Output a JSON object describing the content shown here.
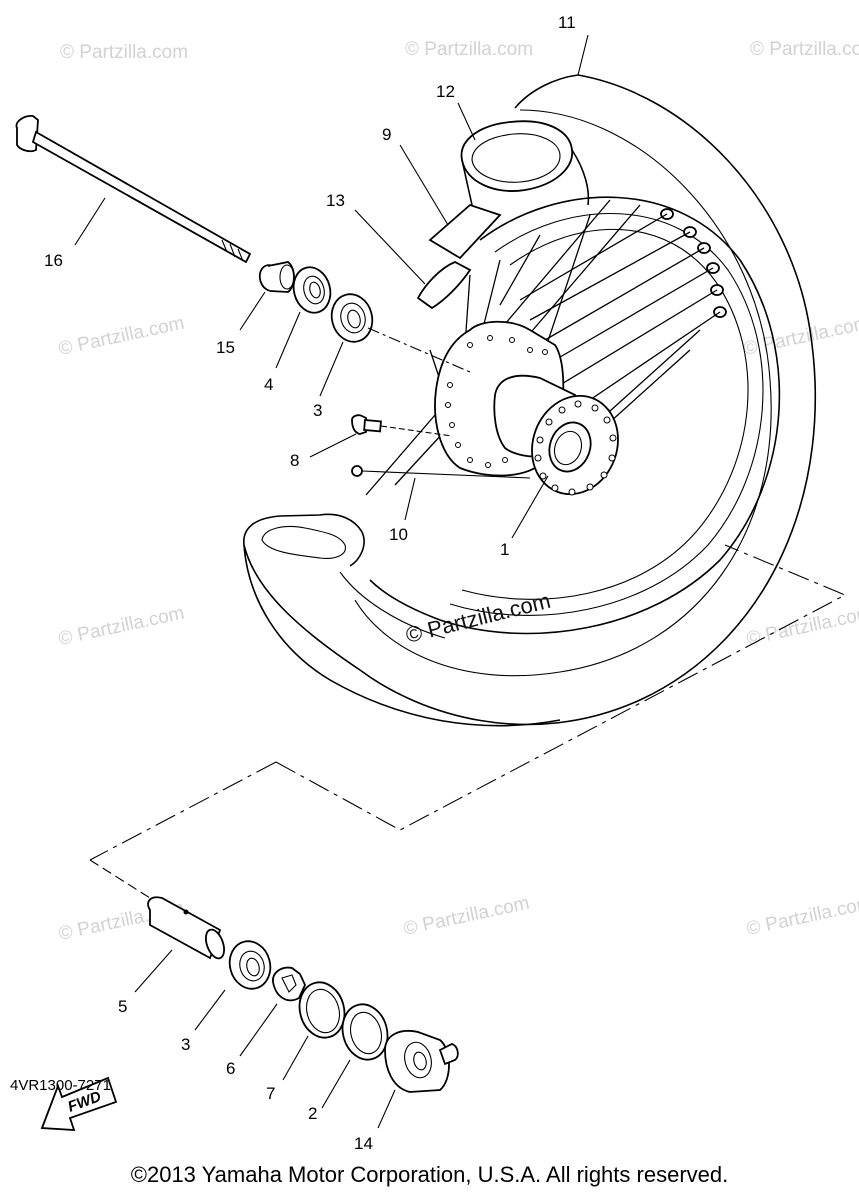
{
  "callouts": [
    "1",
    "2",
    "3",
    "3",
    "4",
    "5",
    "6",
    "7",
    "8",
    "9",
    "10",
    "11",
    "12",
    "13",
    "14",
    "15",
    "16"
  ],
  "watermarks": [
    "© Partzilla.com",
    "© Partzilla.com",
    "© Partzilla.com",
    "© Partzilla.com",
    "© Partzilla.com",
    "© Partzilla.com",
    "© Partzilla.com",
    "© Partzilla.com",
    "© Partzilla.com",
    "© Partzilla.com"
  ],
  "center_watermark": "© Partzilla.com",
  "fwd_label": "FWD",
  "diagram_code": "4VR1300-7271",
  "copyright": "©2013  Yamaha Motor Corporation, U.S.A. All rights reserved."
}
